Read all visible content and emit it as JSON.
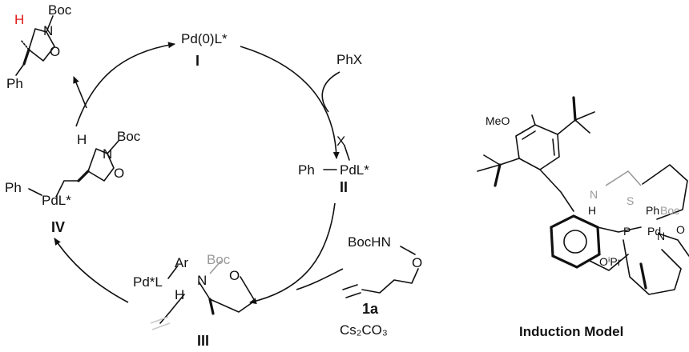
{
  "product": {
    "h": "H",
    "boc": "Boc",
    "n": "N",
    "o": "O",
    "ph": "Ph"
  },
  "cat_I": {
    "formula": "Pd(0)L*",
    "label": "I"
  },
  "reagent_phx": "PhX",
  "cat_II": {
    "x": "X",
    "ph": "Ph",
    "pd": "PdL*",
    "label": "II"
  },
  "substrate": {
    "bochn": "BocHN",
    "o": "O",
    "label": "1a",
    "base": "Cs₂CO₃"
  },
  "cat_III": {
    "pd": "Pd*L",
    "ar": "Ar",
    "h": "H",
    "boc": "Boc",
    "n": "N",
    "o": "O",
    "label": "III"
  },
  "cat_IV": {
    "h": "H",
    "boc": "Boc",
    "n": "N",
    "o": "O",
    "ph": "Ph",
    "pd": "PdL*",
    "label": "IV"
  },
  "model": {
    "title": "Induction Model",
    "meo": "MeO",
    "h": "H",
    "n": "N",
    "s": "S",
    "p": "P",
    "pd": "Pd",
    "ph": "Ph",
    "boc": "Boc",
    "n2": "N",
    "o": "O",
    "oipr": "OⁱPr"
  },
  "colors": {
    "highlight_h": "#e01b1b",
    "greyed_text": "#9a9a9a"
  }
}
